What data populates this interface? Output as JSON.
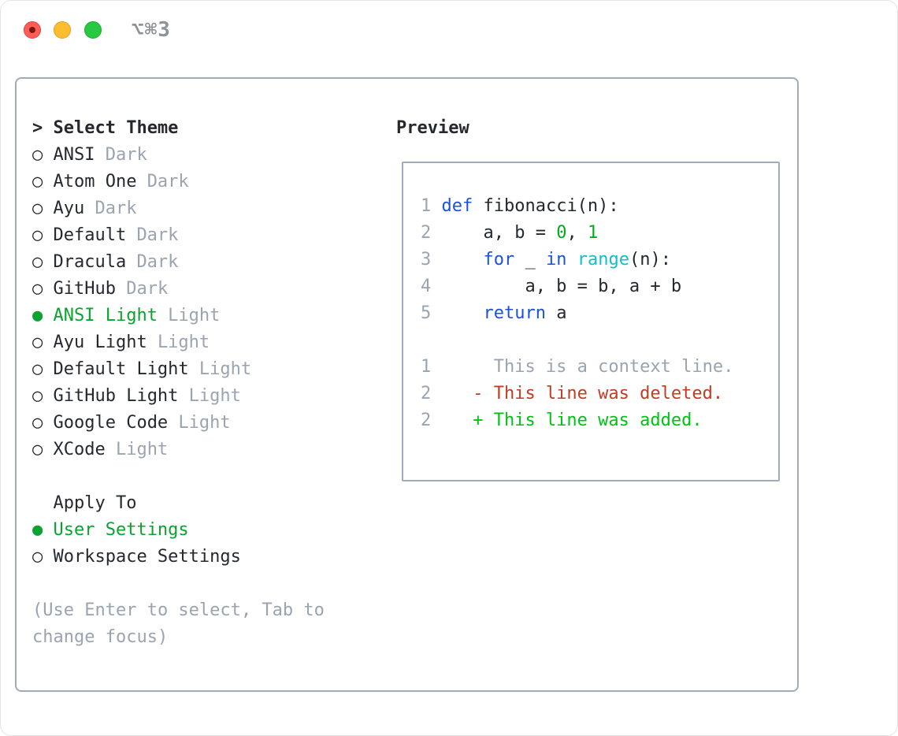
{
  "window": {
    "title": "⌥⌘3"
  },
  "colors": {
    "fg": "#24292f",
    "muted": "#9aa4b1",
    "green": "#0aa32f",
    "kw": "#1c51e0",
    "fn": "#0fc0c5",
    "num": "#00ab1f",
    "del": "#c53a21",
    "add": "#00c213",
    "border": "#a3aab7",
    "title": "#8f9398",
    "tl_red": "#ff5d55",
    "tl_red_dot": "#7e160d",
    "tl_yellow": "#febc2f",
    "tl_green": "#28c840"
  },
  "theme_picker": {
    "prompt": ">",
    "title": "Select Theme",
    "marker_selected": "●",
    "marker_unselected": "○",
    "items": [
      {
        "name": "ANSI",
        "variant": "Dark",
        "selected": false
      },
      {
        "name": "Atom One",
        "variant": "Dark",
        "selected": false
      },
      {
        "name": "Ayu",
        "variant": "Dark",
        "selected": false
      },
      {
        "name": "Default",
        "variant": "Dark",
        "selected": false
      },
      {
        "name": "Dracula",
        "variant": "Dark",
        "selected": false
      },
      {
        "name": "GitHub",
        "variant": "Dark",
        "selected": false
      },
      {
        "name": "ANSI Light",
        "variant": "Light",
        "selected": true
      },
      {
        "name": "Ayu Light",
        "variant": "Light",
        "selected": false
      },
      {
        "name": "Default Light",
        "variant": "Light",
        "selected": false
      },
      {
        "name": "GitHub Light",
        "variant": "Light",
        "selected": false
      },
      {
        "name": "Google Code",
        "variant": "Light",
        "selected": false
      },
      {
        "name": "XCode",
        "variant": "Light",
        "selected": false
      }
    ]
  },
  "apply_to": {
    "title": "Apply To",
    "options": [
      {
        "label": "User Settings",
        "selected": true
      },
      {
        "label": "Workspace Settings",
        "selected": false
      }
    ]
  },
  "help": {
    "lines": [
      "(Use Enter to select, Tab to",
      "change focus)"
    ]
  },
  "preview": {
    "title": "Preview",
    "code_lines": [
      {
        "num": "1",
        "segments": [
          {
            "t": "def",
            "c": "kw"
          },
          {
            "t": " fibonacci(n):",
            "c": "fg"
          }
        ]
      },
      {
        "num": "2",
        "segments": [
          {
            "t": "    a, b = ",
            "c": "fg"
          },
          {
            "t": "0",
            "c": "num"
          },
          {
            "t": ", ",
            "c": "fg"
          },
          {
            "t": "1",
            "c": "num"
          }
        ]
      },
      {
        "num": "3",
        "segments": [
          {
            "t": "    ",
            "c": "fg"
          },
          {
            "t": "for",
            "c": "kw"
          },
          {
            "t": " _ ",
            "c": "fg"
          },
          {
            "t": "in",
            "c": "kw"
          },
          {
            "t": " ",
            "c": "fg"
          },
          {
            "t": "range",
            "c": "fn"
          },
          {
            "t": "(n):",
            "c": "fg"
          }
        ]
      },
      {
        "num": "4",
        "segments": [
          {
            "t": "        a, b = b, a + b",
            "c": "fg"
          }
        ]
      },
      {
        "num": "5",
        "segments": [
          {
            "t": "    ",
            "c": "fg"
          },
          {
            "t": "return",
            "c": "kw"
          },
          {
            "t": " a",
            "c": "fg"
          }
        ]
      }
    ],
    "diff_lines": [
      {
        "num": "1",
        "segments": [
          {
            "t": "     This is a context line.",
            "c": "ctx"
          }
        ]
      },
      {
        "num": "2",
        "segments": [
          {
            "t": "   - This line was deleted.",
            "c": "del"
          }
        ]
      },
      {
        "num": "2",
        "segments": [
          {
            "t": "   + This line was added.",
            "c": "add"
          }
        ]
      }
    ]
  }
}
